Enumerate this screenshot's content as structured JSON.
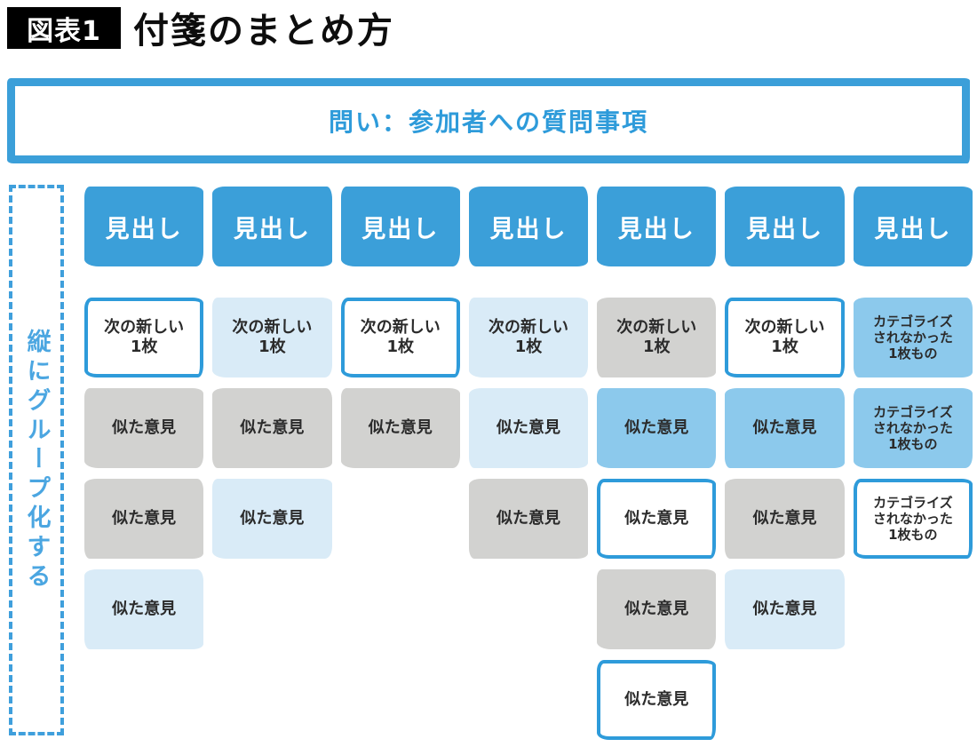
{
  "title": {
    "badge": "図表1",
    "text": "付箋のまとめ方"
  },
  "banner": {
    "text": "問い：参加者への質問事項"
  },
  "side_panel": {
    "label": "縦にグループ化する"
  },
  "board": {
    "headers": [
      "見出し",
      "見出し",
      "見出し",
      "見出し",
      "見出し",
      "見出し",
      "見出し"
    ],
    "note_labels": {
      "new_sheet": "次の新しい\n1枚",
      "similar": "似た意見",
      "uncategorized": "カテゴライズ\nされなかった\n1枚もの"
    },
    "notes": [
      {
        "col": 1,
        "row": 1,
        "style": "outlined",
        "label": "new_sheet"
      },
      {
        "col": 2,
        "row": 1,
        "style": "light-blue",
        "label": "new_sheet"
      },
      {
        "col": 3,
        "row": 1,
        "style": "outlined",
        "label": "new_sheet"
      },
      {
        "col": 4,
        "row": 1,
        "style": "light-blue",
        "label": "new_sheet"
      },
      {
        "col": 5,
        "row": 1,
        "style": "gray",
        "label": "new_sheet"
      },
      {
        "col": 6,
        "row": 1,
        "style": "outlined",
        "label": "new_sheet"
      },
      {
        "col": 7,
        "row": 1,
        "style": "medium-blue",
        "label": "uncategorized"
      },
      {
        "col": 1,
        "row": 2,
        "style": "gray",
        "label": "similar"
      },
      {
        "col": 2,
        "row": 2,
        "style": "gray",
        "label": "similar"
      },
      {
        "col": 3,
        "row": 2,
        "style": "gray",
        "label": "similar"
      },
      {
        "col": 4,
        "row": 2,
        "style": "light-blue",
        "label": "similar"
      },
      {
        "col": 5,
        "row": 2,
        "style": "medium-blue",
        "label": "similar"
      },
      {
        "col": 6,
        "row": 2,
        "style": "medium-blue",
        "label": "similar"
      },
      {
        "col": 7,
        "row": 2,
        "style": "medium-blue",
        "label": "uncategorized"
      },
      {
        "col": 1,
        "row": 3,
        "style": "gray",
        "label": "similar"
      },
      {
        "col": 2,
        "row": 3,
        "style": "light-blue",
        "label": "similar"
      },
      {
        "col": 4,
        "row": 3,
        "style": "gray",
        "label": "similar"
      },
      {
        "col": 5,
        "row": 3,
        "style": "outlined",
        "label": "similar"
      },
      {
        "col": 6,
        "row": 3,
        "style": "gray",
        "label": "similar"
      },
      {
        "col": 7,
        "row": 3,
        "style": "outlined",
        "label": "uncategorized"
      },
      {
        "col": 1,
        "row": 4,
        "style": "light-blue",
        "label": "similar"
      },
      {
        "col": 5,
        "row": 4,
        "style": "gray",
        "label": "similar"
      },
      {
        "col": 6,
        "row": 4,
        "style": "light-blue",
        "label": "similar"
      },
      {
        "col": 5,
        "row": 5,
        "style": "outlined",
        "label": "similar"
      }
    ]
  },
  "colors": {
    "primary_blue": "#3B9FD9",
    "outline_blue": "#2E9BDA",
    "light_blue": "#D9EBF7",
    "medium_blue": "#8CC9EC",
    "gray": "#D2D2D0",
    "dashed_blue": "#3F9FDC",
    "side_label_blue": "#4BA6E1",
    "badge_bg": "#000000",
    "text_dark": "#2b2b2b"
  }
}
